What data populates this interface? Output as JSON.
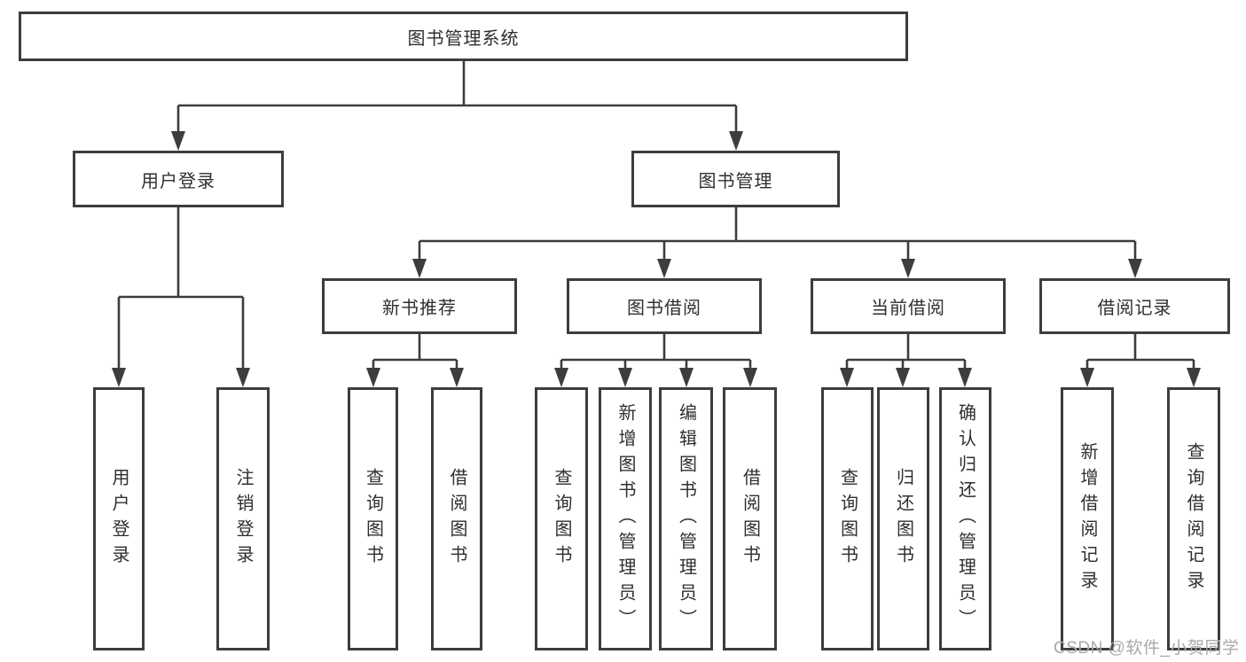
{
  "diagram": {
    "root": {
      "label": "图书管理系统"
    },
    "branches": [
      {
        "label": "用户登录",
        "children": [
          {
            "label": "用户登录"
          },
          {
            "label": "注销登录"
          }
        ]
      },
      {
        "label": "图书管理",
        "children": [
          {
            "label": "新书推荐",
            "children": [
              {
                "label": "查询图书"
              },
              {
                "label": "借阅图书"
              }
            ]
          },
          {
            "label": "图书借阅",
            "children": [
              {
                "label": "查询图书"
              },
              {
                "label": "新增图书（管理员）"
              },
              {
                "label": "编辑图书（管理员）"
              },
              {
                "label": "借阅图书"
              }
            ]
          },
          {
            "label": "当前借阅",
            "children": [
              {
                "label": "查询图书"
              },
              {
                "label": "归还图书"
              },
              {
                "label": "确认归还（管理员）"
              }
            ]
          },
          {
            "label": "借阅记录",
            "children": [
              {
                "label": "新增借阅记录"
              },
              {
                "label": "查询借阅记录"
              }
            ]
          }
        ]
      }
    ]
  },
  "watermark": {
    "text": "CSDN @软件_小贺同学"
  },
  "colors": {
    "border": "#3d3d3d",
    "line": "#3d3d3d",
    "text": "#2f2f2f",
    "watermark": "#a9a9a9",
    "background": "#ffffff"
  }
}
